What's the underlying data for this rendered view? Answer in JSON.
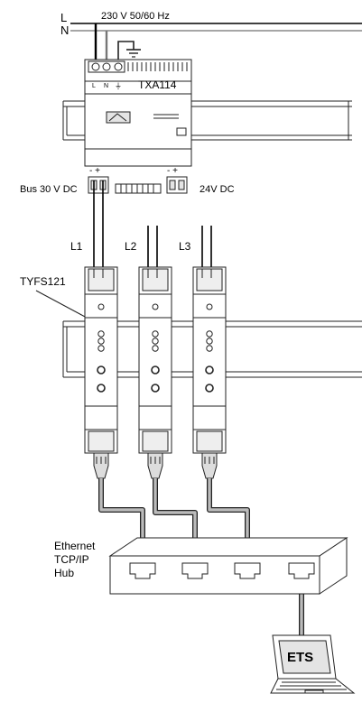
{
  "power": {
    "line_l": "L",
    "line_n": "N",
    "supply": "230 V  50/60 Hz"
  },
  "supply_unit": {
    "model": "TXA114",
    "terminal_l": "L",
    "terminal_n": "N",
    "terminal_pe": "⏚",
    "bus_polarity": "- +",
    "bus_label": "Bus 30 V DC",
    "dc_polarity": "- +",
    "dc_label": "24V DC"
  },
  "ip_modules": {
    "device_label": "TYFS121",
    "lines": [
      "L1",
      "L2",
      "L3"
    ]
  },
  "hub": {
    "label_line1": "Ethernet",
    "label_line2": "TCP/IP",
    "label_line3": "Hub"
  },
  "laptop": {
    "label": "ETS"
  }
}
